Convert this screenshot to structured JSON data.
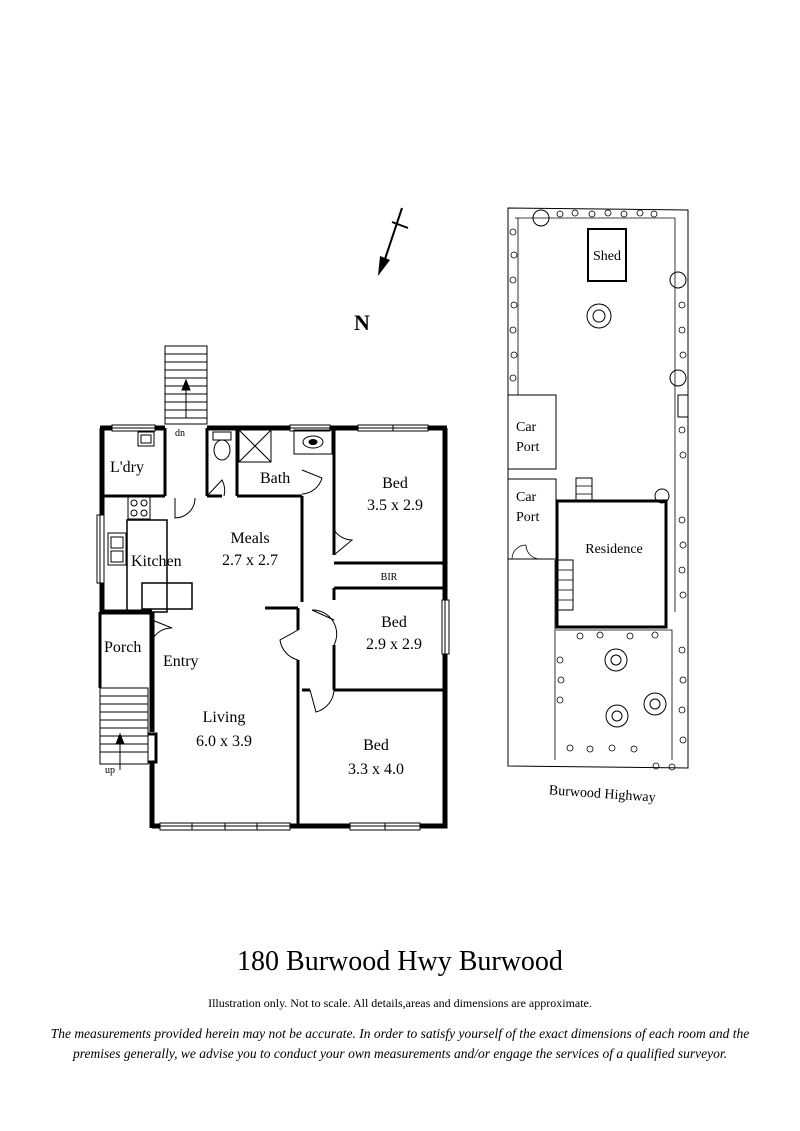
{
  "compass": {
    "label": "N"
  },
  "floor_plan": {
    "rooms": {
      "laundry": {
        "name": "L'dry"
      },
      "stairs_rear": {
        "name": "dn"
      },
      "bath": {
        "name": "Bath"
      },
      "bed1": {
        "name": "Bed",
        "size": "3.5 x 2.9"
      },
      "kitchen": {
        "name": "Kitchen"
      },
      "meals": {
        "name": "Meals",
        "size": "2.7 x 2.7"
      },
      "bir": {
        "name": "BIR"
      },
      "bed2": {
        "name": "Bed",
        "size": "2.9 x 2.9"
      },
      "porch": {
        "name": "Porch"
      },
      "entry": {
        "name": "Entry"
      },
      "living": {
        "name": "Living",
        "size": "6.0 x 3.9"
      },
      "bed3": {
        "name": "Bed",
        "size": "3.3 x 4.0"
      },
      "stairs_front": {
        "name": "up"
      }
    }
  },
  "site_plan": {
    "shed": "Shed",
    "carport_upper": {
      "line1": "Car",
      "line2": "Port"
    },
    "carport_lower": {
      "line1": "Car",
      "line2": "Port"
    },
    "residence": "Residence",
    "street": "Burwood Highway"
  },
  "footer": {
    "title": "180 Burwood Hwy Burwood",
    "subtitle": "Illustration only. Not to scale. All details,areas and dimensions are approximate.",
    "disclaimer_line1": "The measurements provided herein may not be accurate. In order to satisfy yourself of the exact dimensions of each room and the",
    "disclaimer_line2": "premises generally, we advise you to conduct your own measurements and/or engage the services of a qualified surveyor."
  }
}
